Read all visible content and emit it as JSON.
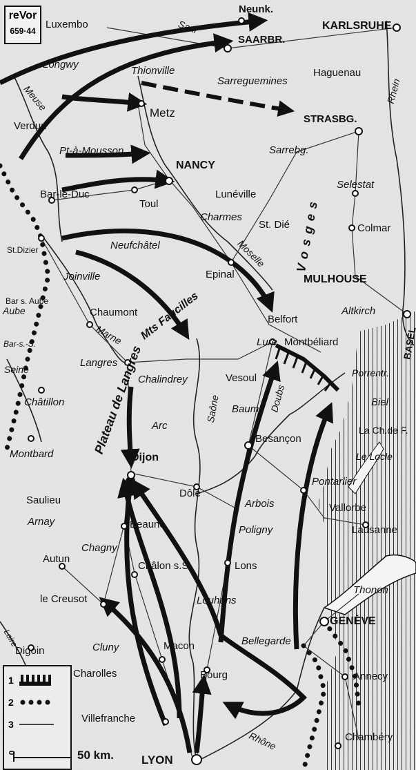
{
  "map": {
    "badge": {
      "title": "reVor",
      "number": "659·44"
    },
    "places": [
      {
        "id": "luxembourg",
        "name": "Luxembo"
      },
      {
        "id": "longwy",
        "name": "Longwy"
      },
      {
        "id": "thionville",
        "name": "Thionville"
      },
      {
        "id": "neunk",
        "name": "Neunk."
      },
      {
        "id": "saarbr",
        "name": "SAARBR."
      },
      {
        "id": "karlsruhe",
        "name": "KARLSRUHE"
      },
      {
        "id": "haguenau",
        "name": "Haguenau"
      },
      {
        "id": "sarreguemines",
        "name": "Sarreguemines"
      },
      {
        "id": "verdun",
        "name": "Verdun"
      },
      {
        "id": "metz",
        "name": "Metz"
      },
      {
        "id": "strasbg",
        "name": "STRASBG."
      },
      {
        "id": "pont-a-mousson",
        "name": "Pt-à-Mousson"
      },
      {
        "id": "sarrebg",
        "name": "Sarrebg."
      },
      {
        "id": "nancy",
        "name": "NANCY"
      },
      {
        "id": "selestat",
        "name": "Selestat"
      },
      {
        "id": "bar-le-duc",
        "name": "Bar-le-Duc"
      },
      {
        "id": "toul",
        "name": "Toul"
      },
      {
        "id": "luneville",
        "name": "Lunéville"
      },
      {
        "id": "charmes",
        "name": "Charmes"
      },
      {
        "id": "st-die",
        "name": "St. Dié"
      },
      {
        "id": "colmar",
        "name": "Colmar"
      },
      {
        "id": "st-dizier",
        "name": "St.Dizier"
      },
      {
        "id": "neufchatel",
        "name": "Neufchâtel"
      },
      {
        "id": "joinville",
        "name": "Joinville"
      },
      {
        "id": "epinal",
        "name": "Epinal"
      },
      {
        "id": "mulhouse",
        "name": "MULHOUSE"
      },
      {
        "id": "bar-s-aube",
        "name": "Bar s. Aube"
      },
      {
        "id": "chaumont",
        "name": "Chaumont"
      },
      {
        "id": "altkirch",
        "name": "Altkirch"
      },
      {
        "id": "belfort",
        "name": "Belfort"
      },
      {
        "id": "basel",
        "name": "BASEL"
      },
      {
        "id": "bar-s-s",
        "name": "Bar-s.-S."
      },
      {
        "id": "lure",
        "name": "Lure"
      },
      {
        "id": "montbeliard",
        "name": "Montbéliard"
      },
      {
        "id": "langres",
        "name": "Langres"
      },
      {
        "id": "chalindrey",
        "name": "Chalindrey"
      },
      {
        "id": "vesoul",
        "name": "Vesoul"
      },
      {
        "id": "porrentruy",
        "name": "Porrentr."
      },
      {
        "id": "chatillon",
        "name": "Châtillon"
      },
      {
        "id": "biel",
        "name": "Biel"
      },
      {
        "id": "baume",
        "name": "Baume"
      },
      {
        "id": "arc",
        "name": "Arc"
      },
      {
        "id": "besancon",
        "name": "Besançon"
      },
      {
        "id": "la-chaux-de-fonds",
        "name": "La Ch.de F."
      },
      {
        "id": "montbard",
        "name": "Montbard"
      },
      {
        "id": "le-locle",
        "name": "Le Locle"
      },
      {
        "id": "dijon",
        "name": "Dijon"
      },
      {
        "id": "pontarlier",
        "name": "Pontarlier"
      },
      {
        "id": "saulieu",
        "name": "Saulieu"
      },
      {
        "id": "dole",
        "name": "Dôle"
      },
      {
        "id": "arbois",
        "name": "Arbois"
      },
      {
        "id": "arnay",
        "name": "Arnay"
      },
      {
        "id": "vallorbe",
        "name": "Vallorbe"
      },
      {
        "id": "beaune",
        "name": "Beaune"
      },
      {
        "id": "poligny",
        "name": "Poligny"
      },
      {
        "id": "lausanne",
        "name": "Lausanne"
      },
      {
        "id": "chagny",
        "name": "Chagny"
      },
      {
        "id": "autun",
        "name": "Autun"
      },
      {
        "id": "chalon",
        "name": "Châlon s.S."
      },
      {
        "id": "lons",
        "name": "Lons"
      },
      {
        "id": "thonon",
        "name": "Thonon"
      },
      {
        "id": "le-creusot",
        "name": "le Creusot"
      },
      {
        "id": "louhans",
        "name": "Louhans"
      },
      {
        "id": "geneve",
        "name": "GENÈVE"
      },
      {
        "id": "bellegarde",
        "name": "Bellegarde"
      },
      {
        "id": "cluny",
        "name": "Cluny"
      },
      {
        "id": "macon",
        "name": "Macon"
      },
      {
        "id": "digoin",
        "name": "Digoin"
      },
      {
        "id": "charolles",
        "name": "Charolles"
      },
      {
        "id": "annecy",
        "name": "Annecy"
      },
      {
        "id": "bourg",
        "name": "Bourg"
      },
      {
        "id": "villefranche",
        "name": "Villefranche"
      },
      {
        "id": "chambery",
        "name": "Chambéry"
      },
      {
        "id": "lyon",
        "name": "LYON"
      }
    ],
    "waters": [
      {
        "id": "meuse",
        "name": "Meuse"
      },
      {
        "id": "saar",
        "name": "Saar"
      },
      {
        "id": "rhein",
        "name": "Rhein"
      },
      {
        "id": "moselle",
        "name": "Moselle"
      },
      {
        "id": "marne",
        "name": "Marne"
      },
      {
        "id": "aube",
        "name": "Aube"
      },
      {
        "id": "seine",
        "name": "Seine"
      },
      {
        "id": "saone",
        "name": "Saône"
      },
      {
        "id": "doubs",
        "name": "Doubs"
      },
      {
        "id": "loire",
        "name": "Loire"
      },
      {
        "id": "rhone",
        "name": "Rhône"
      }
    ],
    "regions": [
      {
        "id": "vosges",
        "name": "Vosges"
      },
      {
        "id": "faucilles",
        "name": "Mts Faucilles"
      },
      {
        "id": "plateau",
        "name": "Plateau de Langres"
      }
    ]
  },
  "legend": {
    "items": [
      {
        "number": "1",
        "symbol": "fortified-line"
      },
      {
        "number": "2",
        "symbol": "dotted-line"
      },
      {
        "number": "3",
        "symbol": "thin-line"
      }
    ],
    "scale": {
      "start": "0",
      "label": "50 km."
    }
  }
}
